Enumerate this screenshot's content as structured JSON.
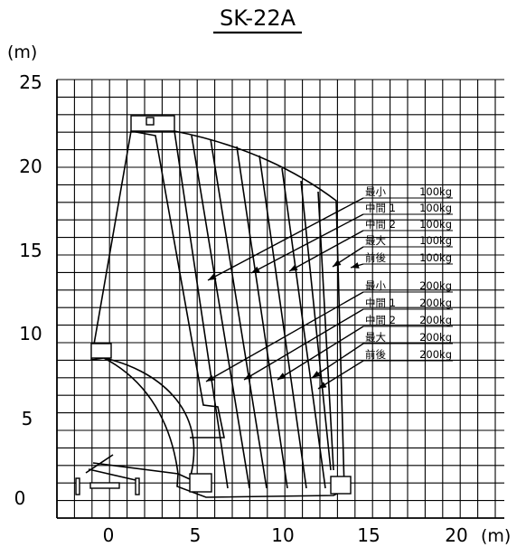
{
  "title": "SK-22A",
  "y_unit": "(m)",
  "x_unit": "(m)",
  "y_ticks": [
    "0",
    "5",
    "10",
    "15",
    "20",
    "25"
  ],
  "x_ticks": [
    "0",
    "5",
    "10",
    "15",
    "20"
  ],
  "legend": [
    {
      "mode": "最小",
      "load": "100kg"
    },
    {
      "mode": "中間 1",
      "load": "100kg"
    },
    {
      "mode": "中間 2",
      "load": "100kg"
    },
    {
      "mode": "最大",
      "load": "100kg"
    },
    {
      "mode": "前後",
      "load": "100kg"
    },
    {
      "mode": "最小",
      "load": "200kg"
    },
    {
      "mode": "中間 1",
      "load": "200kg"
    },
    {
      "mode": "中間 2",
      "load": "200kg"
    },
    {
      "mode": "最大",
      "load": "200kg"
    },
    {
      "mode": "前後",
      "load": "200kg"
    }
  ],
  "colors": {
    "ink": "#000000",
    "grid": "#000000",
    "background": "#ffffff"
  }
}
